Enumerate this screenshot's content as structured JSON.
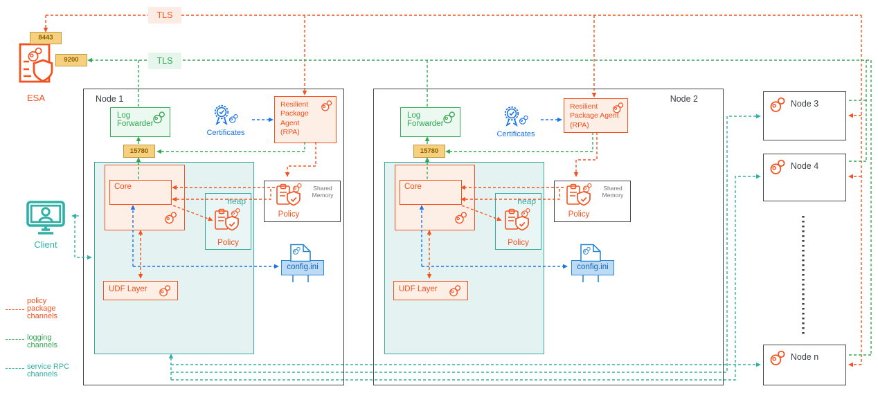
{
  "palette": {
    "policy_channel": "#f4511e",
    "logging_channel": "#34a853",
    "rpc_channel": "#30b0a6",
    "certificates_blue": "#1a73e8",
    "port_badge_fill": "#f6d07e",
    "port_badge_border": "#c09a3e",
    "node_border": "#3f4346",
    "container_fill": "#e4f3f2",
    "orange_fill": "#fdeee6",
    "green_fill": "#ecf9f0",
    "config_fill": "#bcdcf5"
  },
  "tls": {
    "policy": "TLS",
    "logging": "TLS"
  },
  "esa": {
    "label": "ESA",
    "port_policy": "8443",
    "port_logging": "9200"
  },
  "client": {
    "label": "Client"
  },
  "legend": {
    "policy": "policy package channels",
    "logging": "logging channels",
    "rpc": "service RPC channels"
  },
  "nodes": {
    "n1": "Node 1",
    "n2": "Node 2",
    "n3": "Node 3",
    "n4": "Node 4",
    "nn": "Node n"
  },
  "components": {
    "log_forwarder": "Log Forwarder",
    "port": "15780",
    "certificates": "Certificates",
    "rpa": "Resilient Package Agent (RPA)",
    "core": "Core",
    "heap": "heap",
    "policy": "Policy",
    "shared_memory": "Shared Memory",
    "config": "config.ini",
    "udf": "UDF Layer"
  }
}
